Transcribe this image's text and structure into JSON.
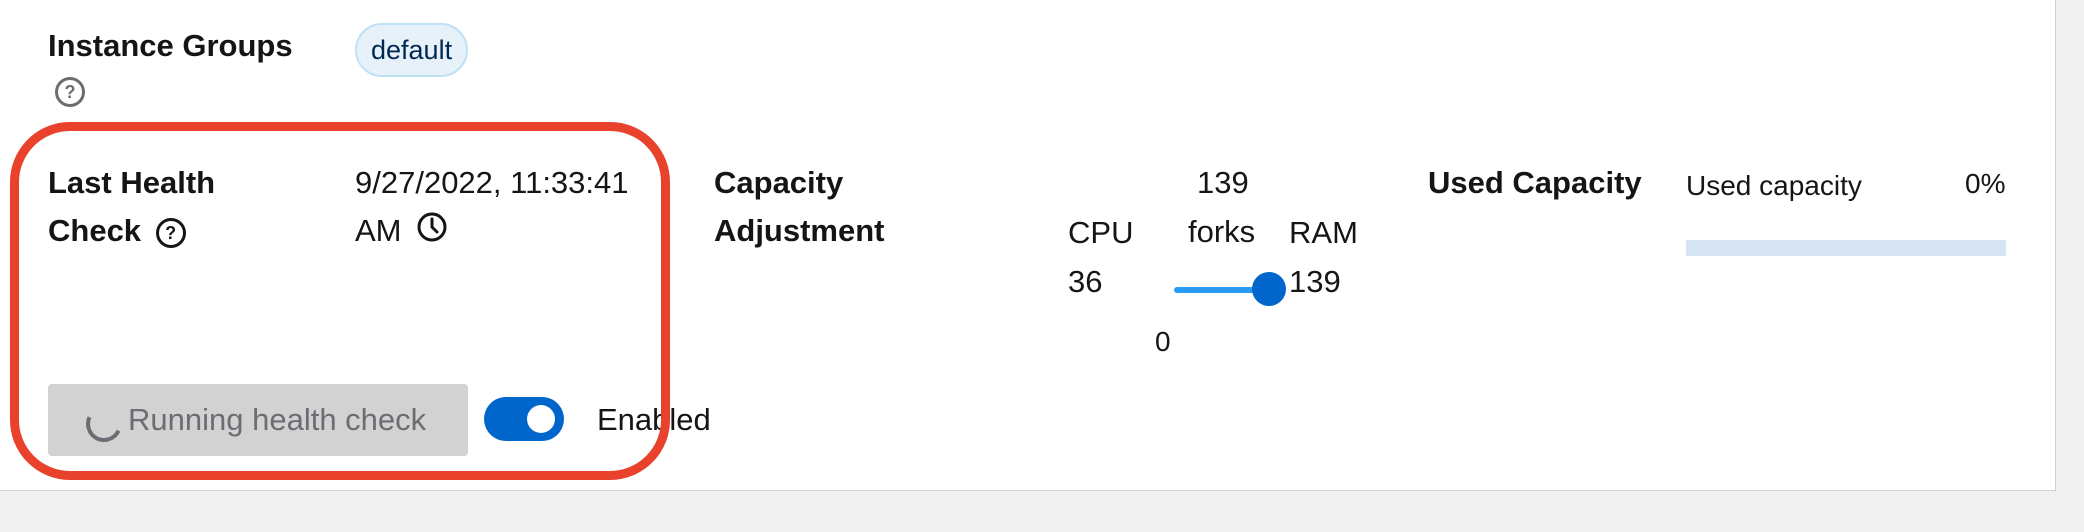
{
  "instance_groups": {
    "label": "Instance Groups",
    "help_icon": "question-circle-icon",
    "items": [
      "default"
    ]
  },
  "last_health_check": {
    "label_line1": "Last Health",
    "label_line2": "Check",
    "help_icon": "question-circle-icon",
    "value_line1": "9/27/2022, 11:33:41",
    "value_line2": "AM",
    "value_icon": "clock-icon",
    "button_label": "Running health check",
    "button_icon": "spinner-icon",
    "button_disabled": true,
    "toggle_label": "Enabled",
    "toggle_on": true
  },
  "capacity_adjustment": {
    "label_line1": "Capacity",
    "label_line2": "Adjustment",
    "forks_value": "139",
    "forks_label": "forks",
    "cpu_label": "CPU",
    "cpu_value": "36",
    "ram_label": "RAM",
    "ram_value": "139",
    "slider_min_label": "0",
    "slider_value_fraction": 1.0
  },
  "used_capacity": {
    "label": "Used Capacity",
    "bar_label": "Used capacity",
    "percent_text": "0%",
    "percent": 0
  },
  "colors": {
    "accent": "#0066cc",
    "highlight_annotation": "#e8412c",
    "label_pill_bg": "#e7f1fa",
    "disabled_button_bg": "#d2d2d2"
  }
}
